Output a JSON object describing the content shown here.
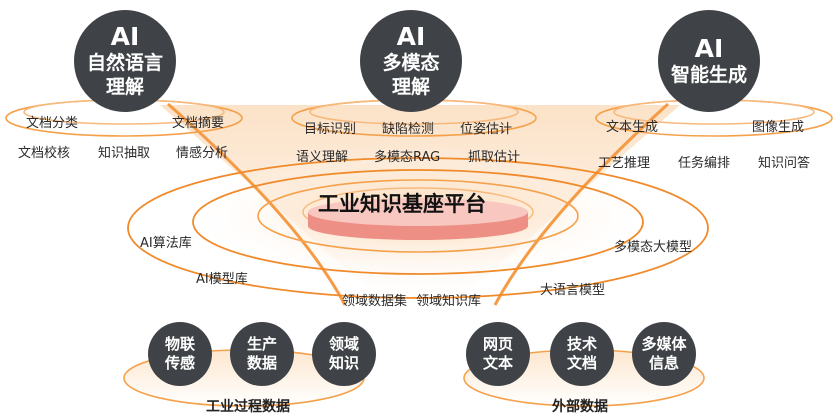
{
  "top_capabilities": [
    {
      "line1": "AI",
      "line2a": "自然语言",
      "line2b": "理解",
      "items": [
        "文档分类",
        "文档摘要",
        "文档校核",
        "知识抽取",
        "情感分析"
      ]
    },
    {
      "line1": "AI",
      "line2a": "多模态",
      "line2b": "理解",
      "items": [
        "目标识别",
        "缺陷检测",
        "位姿估计",
        "语义理解",
        "多模态RAG",
        "抓取估计"
      ]
    },
    {
      "line1": "AI",
      "line2a": "智能生成",
      "line2b": "",
      "items": [
        "文本生成",
        "图像生成",
        "工艺推理",
        "任务编排",
        "知识问答"
      ]
    }
  ],
  "platform": {
    "title": "工业知识基座平台",
    "rings": [
      "AI算法库",
      "多模态大模型",
      "AI模型库",
      "大语言模型",
      "领域数据集",
      "领域知识库"
    ]
  },
  "data_sources": [
    {
      "label": "工业过程数据",
      "nodes": [
        [
          "物联",
          "传感"
        ],
        [
          "生产",
          "数据"
        ],
        [
          "领域",
          "知识"
        ]
      ]
    },
    {
      "label": "外部数据",
      "nodes": [
        [
          "网页",
          "文本"
        ],
        [
          "技术",
          "文档"
        ],
        [
          "多媒体",
          "信息"
        ]
      ]
    }
  ],
  "colors": {
    "circle": "#3f4347",
    "orange": "#f5a14c",
    "platform_top": "#f8c7c0",
    "platform_side": "#ee8f86"
  }
}
